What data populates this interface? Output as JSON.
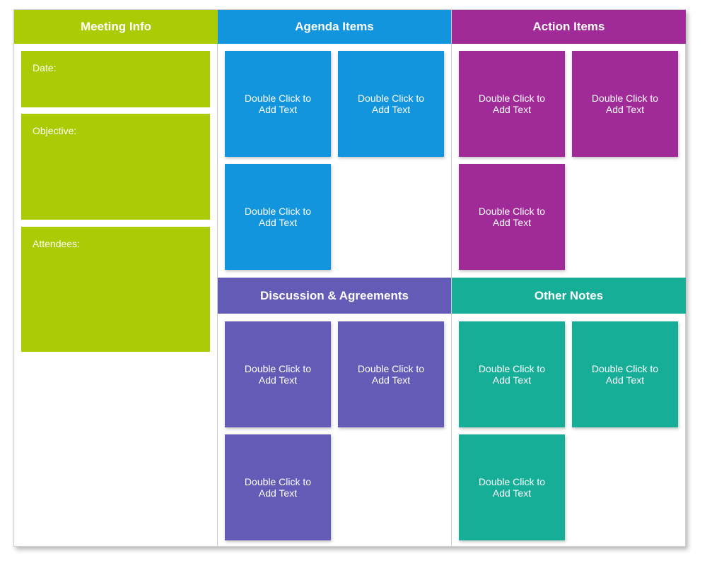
{
  "colors": {
    "meeting_info": "#abcc04",
    "agenda": "#1295dd",
    "action": "#a12a99",
    "discussion": "#645bb7",
    "other": "#17ae98"
  },
  "meeting_info": {
    "title": "Meeting Info",
    "date_label": "Date:",
    "objective_label": "Objective:",
    "attendees_label": "Attendees:"
  },
  "sections": {
    "agenda": {
      "title": "Agenda Items",
      "notes": [
        "Double Click to Add Text",
        "Double Click to Add Text",
        "Double Click to Add Text"
      ]
    },
    "action": {
      "title": "Action Items",
      "notes": [
        "Double Click to Add Text",
        "Double Click to Add Text",
        "Double Click to Add Text"
      ]
    },
    "discussion": {
      "title": "Discussion & Agreements",
      "notes": [
        "Double Click to Add Text",
        "Double Click to Add Text",
        "Double Click to Add Text"
      ]
    },
    "other": {
      "title": "Other Notes",
      "notes": [
        "Double Click to Add Text",
        "Double Click to Add Text",
        "Double Click to Add Text"
      ]
    }
  }
}
